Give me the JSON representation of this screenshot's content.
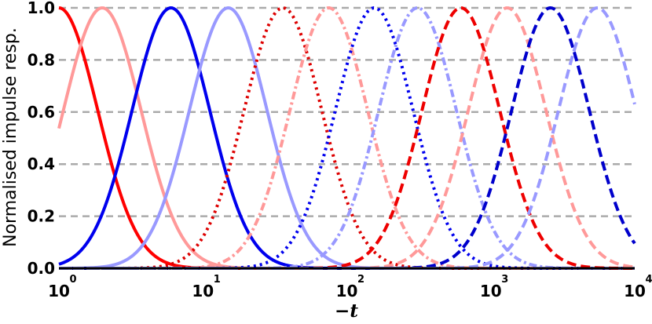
{
  "chart_data": {
    "type": "line",
    "title": "",
    "xlabel": "−t",
    "ylabel": "Normalised impulse resp.",
    "xscale": "log",
    "xlim": [
      1,
      10000
    ],
    "ylim": [
      0,
      1.0
    ],
    "grid": "horizontal-dashed",
    "legend": "none",
    "x_ticks": [
      {
        "base": "10",
        "exp": "0"
      },
      {
        "base": "10",
        "exp": "1"
      },
      {
        "base": "10",
        "exp": "2"
      },
      {
        "base": "10",
        "exp": "3"
      },
      {
        "base": "10",
        "exp": "4"
      }
    ],
    "y_ticks": [
      "0.0",
      "0.2",
      "0.4",
      "0.6",
      "0.8",
      "1.0"
    ],
    "y_tick_values": [
      0,
      0.2,
      0.4,
      0.6,
      0.8,
      1.0
    ],
    "log_sigma": 0.27,
    "series": [
      {
        "peak_x": 1.0,
        "color": "#ff0000",
        "style": "solid"
      },
      {
        "peak_x": 2.0,
        "color": "#ff9999",
        "style": "solid"
      },
      {
        "peak_x": 6.0,
        "color": "#0000ee",
        "style": "solid"
      },
      {
        "peak_x": 15.0,
        "color": "#9999ff",
        "style": "solid"
      },
      {
        "peak_x": 36.0,
        "color": "#dd0000",
        "style": "dotted"
      },
      {
        "peak_x": 75.0,
        "color": "#ff9999",
        "style": "dashdot"
      },
      {
        "peak_x": 155.0,
        "color": "#0000ee",
        "style": "dotted"
      },
      {
        "peak_x": 310.0,
        "color": "#9999ff",
        "style": "dashdot"
      },
      {
        "peak_x": 620.0,
        "color": "#ee0000",
        "style": "dashed"
      },
      {
        "peak_x": 1300.0,
        "color": "#ff9999",
        "style": "dashed"
      },
      {
        "peak_x": 2600.0,
        "color": "#0000cc",
        "style": "dashed"
      },
      {
        "peak_x": 5500.0,
        "color": "#9999ff",
        "style": "dashed"
      }
    ],
    "colors": {
      "grid": "#aaaaaa",
      "axis": "#000000"
    }
  }
}
